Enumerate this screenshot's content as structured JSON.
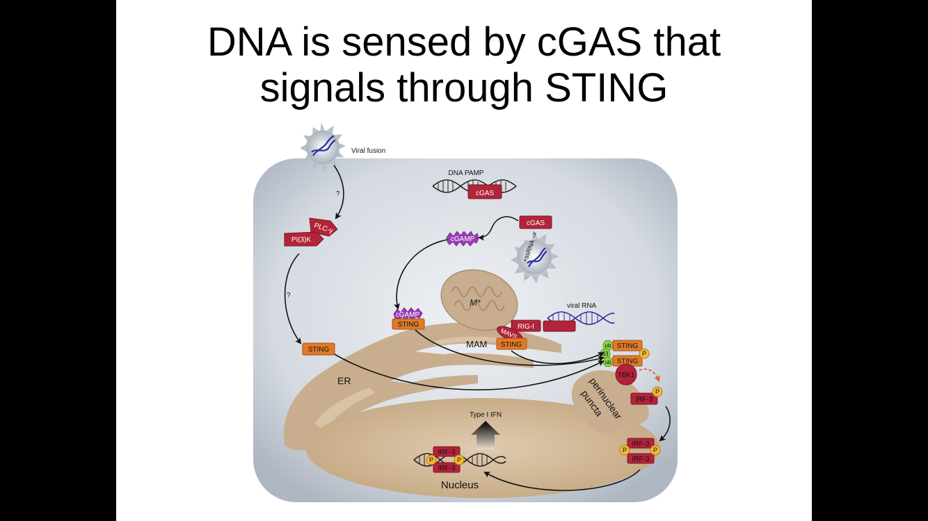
{
  "slide": {
    "title_line1": "DNA is sensed by cGAS that",
    "title_line2": "signals through STING"
  },
  "diagram": {
    "viral_fusion": "Viral fusion",
    "question_1": "?",
    "question_2": "?",
    "plc_gamma": "PLC-γ",
    "pi3k": "PI(3)K",
    "dna_pamp": "DNA PAMP",
    "cgas_main": "cGAS",
    "cgas_secondary": "cGAS",
    "cgas_question": "?",
    "ssrna": "+ssRNA",
    "cgamp_free": "cGAMP",
    "cgamp_bound": "cGAMP",
    "sting_bound": "STING",
    "sting_left": "STING",
    "mito_label": "M*",
    "viral_rna": "viral RNA",
    "rig_i": "RIG-I",
    "mavs": "MAVS",
    "mam": "MAM",
    "sting_mam": "STING",
    "er": "ER",
    "ub_top": "ub",
    "ub_63": "63",
    "ub_bottom": "ub",
    "sting_top": "STING",
    "sting_bottom": "STING",
    "p_sting": "P",
    "tbk1": "TBK1",
    "perinuclear_line1": "perinuclear",
    "perinuclear_line2": "puncta",
    "irf3_single": "IRF-3",
    "p_irf3_single": "P",
    "irf3_dimer_top": "IRF-3",
    "irf3_dimer_bottom": "IRF-3",
    "p_dimer_left": "P",
    "p_dimer_right": "P",
    "type1_ifn": "Type I IFN",
    "irf3_nuc_top": "IRF-3",
    "irf3_nuc_bottom": "IRF-3",
    "p_nuc_left": "P",
    "p_nuc_right": "P",
    "nucleus": "Nucleus"
  },
  "colors": {
    "cell_fill": "#cdd3db",
    "organelle": "#c8ae8e",
    "red_protein": "#b2243a",
    "orange_protein": "#e07a28",
    "cgamp_purple": "#9b3bb5",
    "ub_green": "#8ccf4a",
    "phospho_yellow": "#f2b83a",
    "dna_blue": "#2c2d9e"
  }
}
